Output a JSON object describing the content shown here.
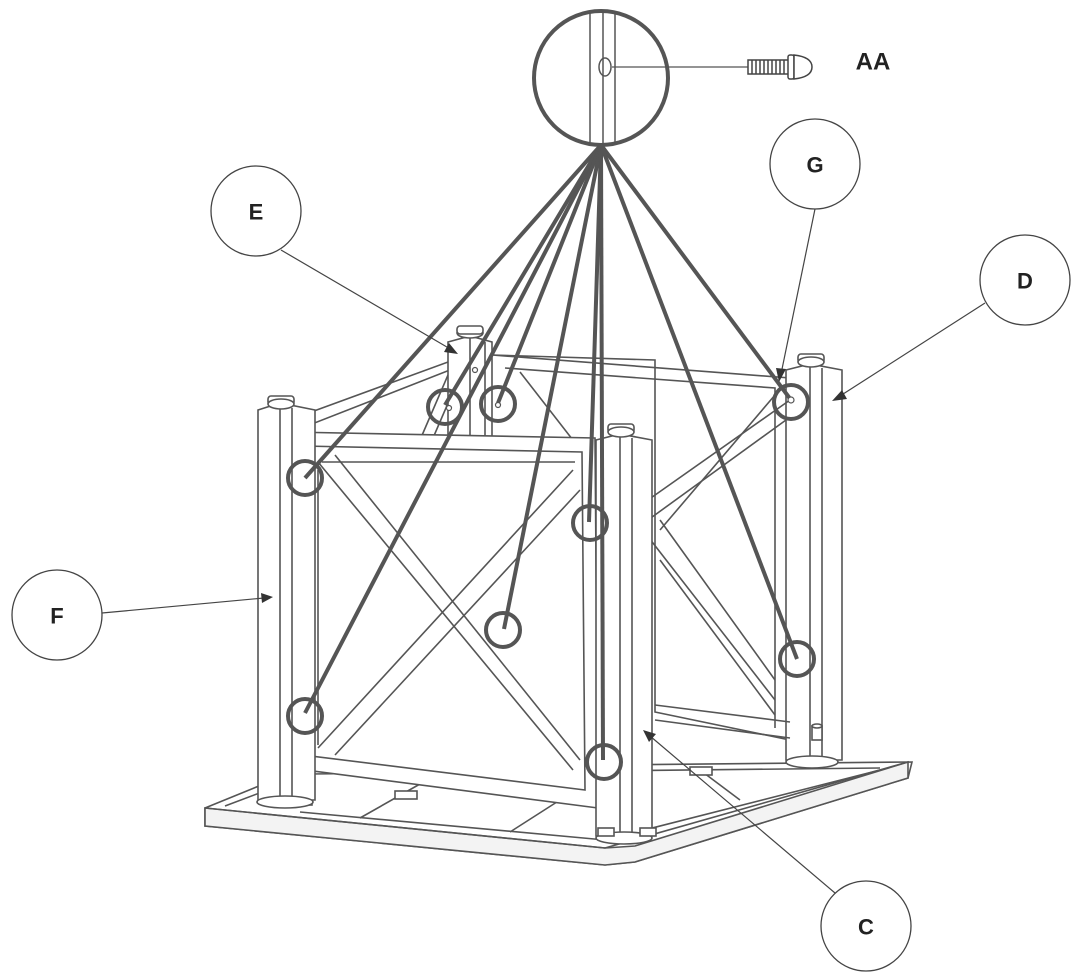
{
  "callouts": {
    "screw": "AA",
    "c": "C",
    "d": "D",
    "e": "E",
    "f": "F",
    "g": "G"
  },
  "colors": {
    "outline": "#444444",
    "callout_line": "#555555",
    "background": "#ffffff"
  }
}
